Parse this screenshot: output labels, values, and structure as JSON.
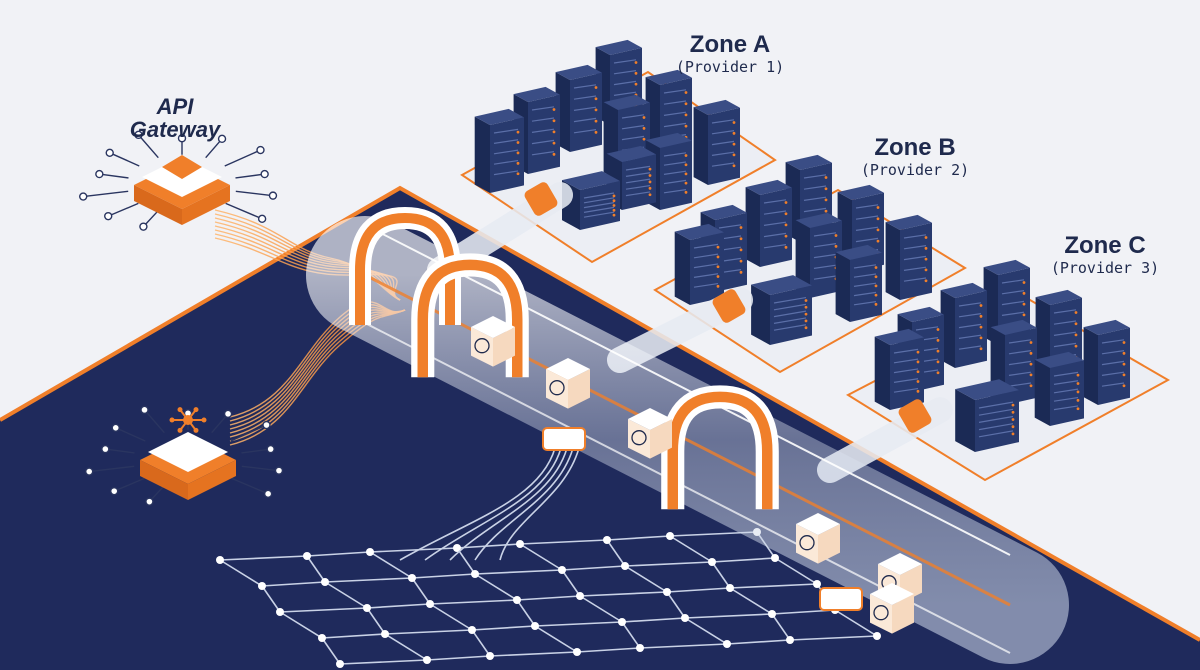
{
  "gateway": {
    "label_line1": "API",
    "label_line2": "Gateway"
  },
  "zones": [
    {
      "name": "Zone A",
      "provider": "(Provider 1)"
    },
    {
      "name": "Zone B",
      "provider": "(Provider 2)"
    },
    {
      "name": "Zone C",
      "provider": "(Provider 3)"
    }
  ],
  "colors": {
    "background": "#f1f2f6",
    "platform": "#1f2a5c",
    "accent": "#f07f2a",
    "server": "#283a6e",
    "glass": "#dfe6f2",
    "circuit": "#c9d2e6"
  },
  "icons": [
    "brain-icon",
    "network-icon",
    "ai-chip-icon",
    "cloud-icon"
  ]
}
